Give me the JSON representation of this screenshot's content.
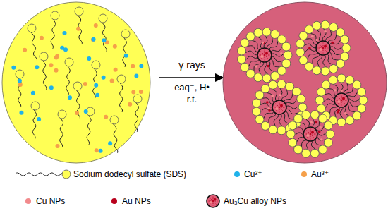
{
  "diagram": {
    "labels": [
      "γ rays",
      "eaq⁻, H•",
      "r.t."
    ],
    "legend": [
      {
        "text": "Sodium dodecyl sulfate (SDS)"
      },
      {
        "text": "Cu²⁺",
        "color": "#1fb2ea"
      },
      {
        "text": "Au³⁺",
        "color": "#f5a04a"
      },
      {
        "text": "Cu NPs",
        "color": "#f28a8c"
      },
      {
        "text": "Au NPs",
        "color": "#b8001c"
      },
      {
        "text": "Au₃Cu alloy NPs"
      }
    ]
  }
}
